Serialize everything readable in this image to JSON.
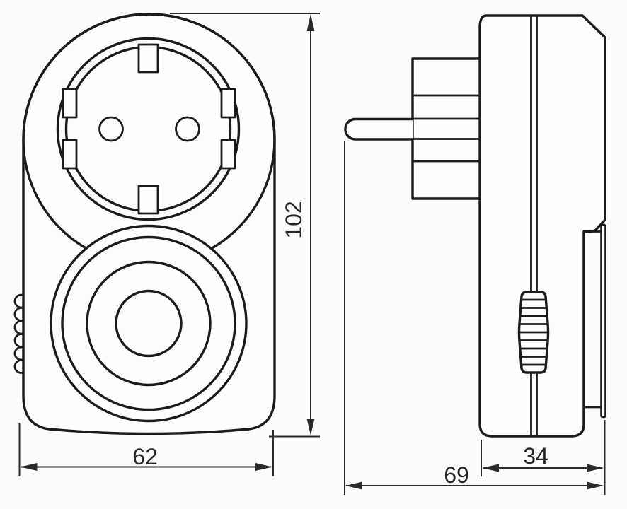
{
  "drawing": {
    "type": "technical-drawing",
    "subject": "plug-in socket adapter (front and side orthographic views)",
    "colors": {
      "line": "#1b1b1b",
      "dimension": "#262626",
      "background": "#fcfcfc"
    },
    "views": {
      "front": {
        "name": "front-view"
      },
      "side": {
        "name": "side-view"
      }
    },
    "dimensions": {
      "height": "102",
      "width": "62",
      "depth_total": "69",
      "depth_body": "34"
    }
  }
}
